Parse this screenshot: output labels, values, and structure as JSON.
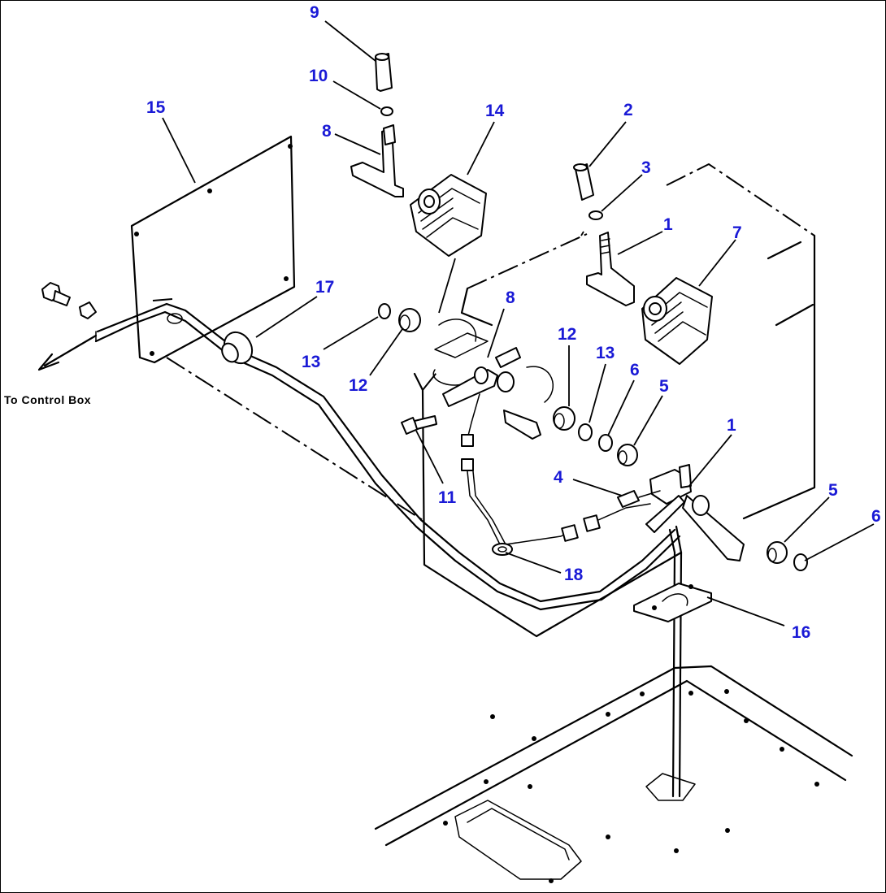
{
  "callouts": {
    "c9": "9",
    "c10": "10",
    "c8a": "8",
    "c15": "15",
    "c14": "14",
    "c2": "2",
    "c3": "3",
    "c1a": "1",
    "c7": "7",
    "c17": "17",
    "c8b": "8",
    "c13a": "13",
    "c12a": "12",
    "c12b": "12",
    "c13b": "13",
    "c6a": "6",
    "c5a": "5",
    "c1b": "1",
    "c4": "4",
    "c11": "11",
    "c18": "18",
    "c5b": "5",
    "c6b": "6",
    "c16": "16"
  },
  "direction_label": "To Control Box",
  "colors": {
    "callout": "#1a1ad6",
    "lines": "#000000",
    "background": "#ffffff"
  }
}
